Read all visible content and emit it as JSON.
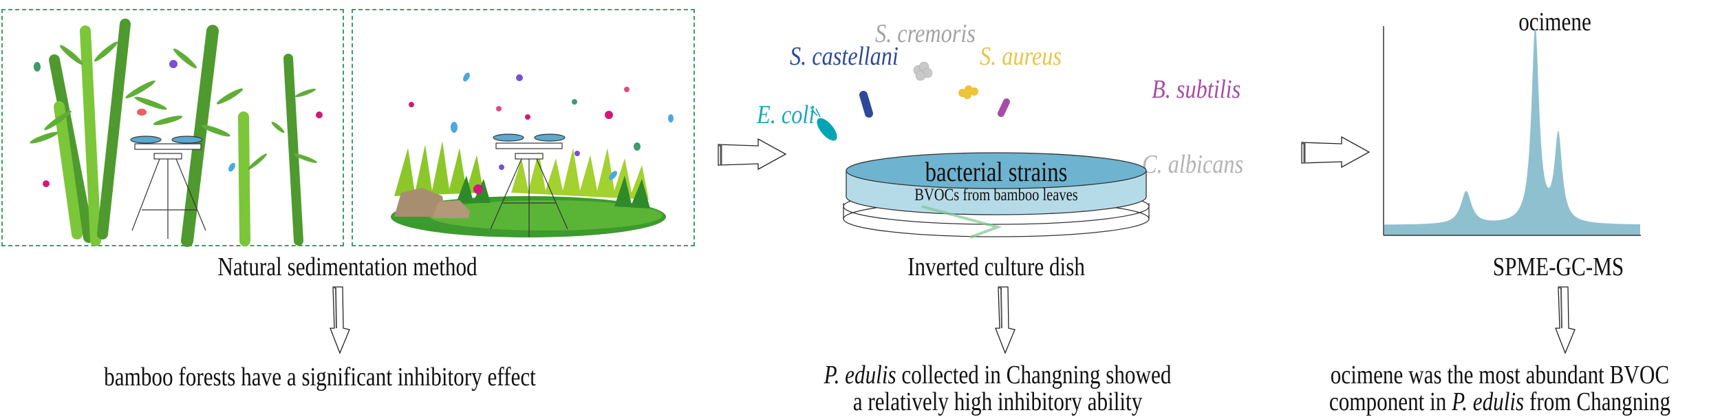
{
  "panels": {
    "natural_sedimentation": {
      "scenes": [
        {
          "name": "bamboo-forest-scene",
          "description": "bamboo stalks with tripod and petri dishes"
        },
        {
          "name": "grassland-scene",
          "description": "grass lawn with rocks, tripod and petri dishes"
        }
      ],
      "caption": "Natural sedimentation method",
      "conclusion": "bamboo forests have a significant inhibitory effect"
    },
    "culture_dish": {
      "species": [
        {
          "label": "E. coli",
          "color": "#17a9b8"
        },
        {
          "label": "S. castellani",
          "color": "#2d4a9a"
        },
        {
          "label": "S. cremoris",
          "color": "#a3a3a3"
        },
        {
          "label": "S. aureus",
          "color": "#e8c547"
        },
        {
          "label": "B. subtilis",
          "color": "#a64ca6"
        },
        {
          "label": "C. albicans",
          "color": "#b3b3b3"
        }
      ],
      "dish_top_label": "bacterial strains",
      "dish_bottom_label": "BVOCs from bamboo leaves",
      "caption": "Inverted culture dish",
      "conclusion_italic": "P. edulis",
      "conclusion_line1_rest": " collected in Changning showed",
      "conclusion_line2": "a relatively high inhibitory ability"
    },
    "gcms": {
      "peak_label": "ocimene",
      "caption": "SPME-GC-MS",
      "conclusion_line1": "ocimene was the most abundant BVOC",
      "conclusion_line2_pre": "component in ",
      "conclusion_line2_italic": "P. edulis",
      "conclusion_line2_post": " from Changning",
      "fill_color": "#8fc0cf"
    }
  },
  "chart_data": {
    "type": "area",
    "title": "ocimene",
    "xlabel": "SPME-GC-MS",
    "ylabel": "",
    "note": "schematic chromatogram, no axis ticks",
    "baseline": 0.05,
    "peaks": [
      {
        "position": 0.32,
        "height": 0.16,
        "label": ""
      },
      {
        "position": 0.59,
        "height": 0.95,
        "label": "ocimene"
      },
      {
        "position": 0.68,
        "height": 0.42,
        "label": ""
      }
    ],
    "xlim": [
      0,
      1
    ],
    "ylim": [
      0,
      1
    ]
  },
  "colors": {
    "panel_border": "#3f9a6a",
    "bamboo_dark": "#4f9a2e",
    "bamboo_light": "#7cc63a",
    "dish_blue": "#6eb3cf"
  }
}
